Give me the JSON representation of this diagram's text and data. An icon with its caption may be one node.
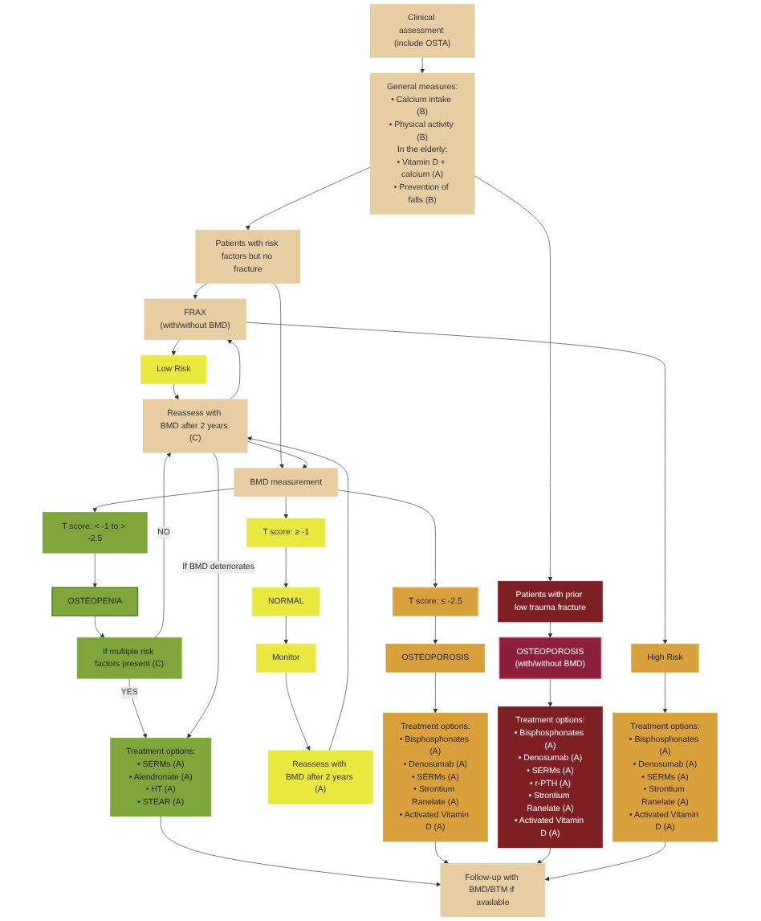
{
  "diagram": {
    "nodes": [
      {
        "text": [
          "Clinical assessment (include OSTA)"
        ]
      },
      {
        "text": [
          "General measures:",
          "• Calcium intake (B)",
          "• Physical activity (B)",
          "In the elderly:",
          "• Vitamin D + calcium (A)",
          "• Prevention of falls (B)"
        ]
      },
      {
        "text": [
          "Patients with risk factors but no fracture"
        ]
      },
      {
        "text": [
          "Patients with prior low trauma fracture"
        ]
      },
      {
        "text": [
          "OSTEOPOROSIS",
          "(with/without BMD)"
        ]
      },
      {
        "text": [
          "FRAX",
          "(with/without BMD)"
        ]
      },
      {
        "text": [
          "BMD measurement"
        ]
      },
      {
        "text": [
          "Treatment options:",
          "• Bisphosphonates (A)",
          "• Denosumab (A)",
          "• SERMs (A)",
          "• r-PTH (A)",
          "• Strontium Ranelate (A)",
          "• Activated Vitamin D (A)"
        ]
      },
      {
        "text": [
          "T score: ≥ -1"
        ]
      },
      {
        "text": [
          "T score: < -1 to > -2.5"
        ]
      },
      {
        "text": [
          "T score: ≤ -2.5"
        ]
      },
      {
        "text": [
          "High Risk"
        ]
      },
      {
        "text": [
          "Low Risk"
        ]
      },
      {
        "text": [
          "NORMAL"
        ]
      },
      {
        "text": [
          "OSTEOPENIA"
        ]
      },
      {
        "text": [
          "OSTEOPOROSIS"
        ]
      },
      {
        "text": [
          "Monitor"
        ]
      },
      {
        "text": [
          "If multiple risk factors present (C)"
        ]
      },
      {
        "text": [
          "Reassess with BMD after 2 years (A)"
        ]
      },
      {
        "text": [
          "Treatment options:",
          "• Bisphosphonates (A)",
          "• Denosumab (A)",
          "• SERMs (A)",
          "• Strontium Ranelate (A)",
          "• Activated Vitamin D (A)"
        ]
      },
      {
        "text": [
          "Reassess with BMD after 2 years (C)"
        ]
      },
      {
        "text": [
          "Treatment options:",
          "• SERMs (A)",
          "• Alendronate (A)",
          "• HT (A)",
          "• STEAR (A)"
        ]
      },
      {
        "text": [
          "Follow-up with BMD/BTM if available"
        ]
      },
      {
        "text": [
          "Treatment options:",
          "• Bisphosphonates (A)",
          "• Denosumab (A)",
          "• SERMs (A)",
          "• Strontium Ranelate (A)",
          "• Activated Vitamin D (A)"
        ]
      }
    ],
    "edges": [
      {
        "from": 0,
        "to": 1,
        "arrow": "to"
      },
      {
        "from": 1,
        "to": 2,
        "arrow": "to"
      },
      {
        "from": 1,
        "to": 3,
        "arrow": "to"
      },
      {
        "from": 3,
        "to": 4,
        "arrow": "to"
      },
      {
        "from": 2,
        "to": 5,
        "arrow": "to"
      },
      {
        "from": 2,
        "to": 6,
        "arrow": "to"
      },
      {
        "from": 20,
        "to": 5,
        "arrow": "to"
      },
      {
        "from": 20,
        "to": 6,
        "arrow": "to"
      },
      {
        "from": 4,
        "to": 7,
        "arrow": "to"
      },
      {
        "from": 6,
        "to": 8,
        "arrow": "to"
      },
      {
        "from": 6,
        "to": 9,
        "arrow": "to"
      },
      {
        "from": 6,
        "to": 10,
        "arrow": "to"
      },
      {
        "from": 5,
        "to": 11,
        "arrow": "to"
      },
      {
        "from": 5,
        "to": 12,
        "arrow": "to"
      },
      {
        "from": 8,
        "to": 13,
        "arrow": "to"
      },
      {
        "from": 9,
        "to": 14,
        "arrow": "to"
      },
      {
        "from": 10,
        "to": 15,
        "arrow": "to"
      },
      {
        "from": 13,
        "to": 16,
        "arrow": "to"
      },
      {
        "from": 16,
        "to": 18,
        "arrow": "to"
      },
      {
        "from": 14,
        "to": 17,
        "arrow": "to"
      },
      {
        "from": 15,
        "to": 19,
        "arrow": "to"
      },
      {
        "from": 18,
        "to": 20,
        "arrow": "to"
      },
      {
        "from": 12,
        "to": 20,
        "arrow": "to"
      },
      {
        "from": 11,
        "to": 23,
        "arrow": "to"
      },
      {
        "from": 17,
        "to": 20,
        "arrow": "to",
        "label": "NO"
      },
      {
        "from": 17,
        "to": 21,
        "arrow": "to",
        "label": "YES"
      },
      {
        "from": 20,
        "to": 21,
        "arrow": "to",
        "label": "If BMD deteriorates"
      },
      {
        "from": 21,
        "to": 22,
        "arrow": "to"
      },
      {
        "from": 19,
        "to": 22,
        "arrow": "to"
      },
      {
        "from": 7,
        "to": 22,
        "arrow": "to"
      },
      {
        "from": 23,
        "to": 22,
        "arrow": "to"
      }
    ]
  }
}
